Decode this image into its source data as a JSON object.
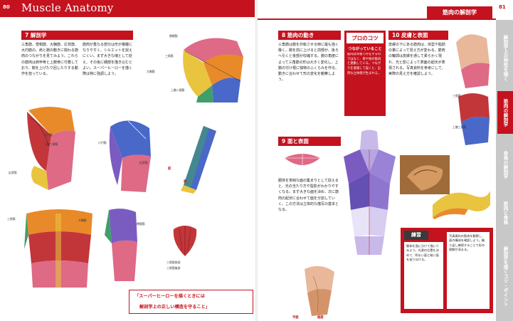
{
  "header": {
    "left_page_number": "80",
    "series_title": "Muscle Anatomy",
    "right_page_number": "81",
    "chapter_tag": "筋肉の解剖学"
  },
  "side_tabs": [
    {
      "label": "解剖学上の特性を描く"
    },
    {
      "label": "筋肉の解剖学"
    },
    {
      "label": "骨格の解剖学"
    },
    {
      "label": "筋肉と骨格"
    },
    {
      "label": "解剖学を描くコツ・ポイント"
    }
  ],
  "section7": {
    "heading": "7 解剖学",
    "col1": "三角筋、僧帽筋、大胸筋、広背筋、大円筋の、肩と腕の動きに関わる筋肉のつながりを見てみよう。これらの筋肉は肩甲骨と上腕骨に付着しており、腕を上げたり回したりする動作を担っている。",
    "col2": "筋肉が重なる部分は形が複雑になりやすく、シルエットを捉えにくい。まず大きな塊として捉え、その後に細部を描き込むとよい。スーパーヒーローを描く際は特に強調しよう。"
  },
  "section8": {
    "heading": "8 筋肉の動き",
    "body": "三角筋は腕を外転させる時に最も強く働く。腕を前に上げると前部が、後ろへ引くと後部が収縮する。腕の角度によって三角筋の形は大きく変化し、上腕の付け根に独特のふくらみを作る。動きに合わせて形の変化を観察しよう。"
  },
  "pro_tip": {
    "title": "プロのコツ",
    "subtitle": "つながっていること",
    "body": "筋肉は単独で存在するのではなく、骨や他の筋肉と連動している。つながりを意識して描くと、自然な立体感が生まれる。"
  },
  "section10": {
    "heading": "10 皮膚と表面",
    "body": "皮膚の下にある筋肉は、体型や脂肪の量によって見え方が変わる。筋肉の輪郭は皮膚を通して柔らかく現れ、光と影によって表面の起伏が表現される。写真資料を参考にして、実際の見え方を確認しよう。"
  },
  "section9": {
    "heading": "9 面と表面",
    "body": "胴体を単純な面の集まりとして捉えると、光の当たり方や陰影がわかりやすくなる。まず大きな面を決め、次に筋肉の起伏に合わせて面を分割していく。この方法は立体的な描写の基本となる。"
  },
  "exercise": {
    "title": "練習",
    "card1": "胴体を面に分けて描いてみよう。光源の位置を決めて、明るい面と暗い面を塗り分ける。",
    "card2": "写真資料の筋肉を観察し、面の構成を確認しよう。繰り返し練習することで形の理解が深まる。"
  },
  "quote": {
    "line1": "「スーパーヒーローを描くときには",
    "line2": "解剖学上の正しい構造を守ること」"
  },
  "labels": {
    "deltoid": "三角筋",
    "trapezius": "僧帽筋",
    "pectoralis": "大胸筋",
    "latissimus": "広背筋",
    "teres_major": "大円筋",
    "teres_minor": "小円筋",
    "biceps": "上腕二頭筋",
    "triceps": "上腕三頭筋",
    "front": "前",
    "back": "後",
    "deltoid_front": "三角筋前部",
    "deltoid_back": "三角筋後部",
    "plane": "平面",
    "curve": "曲面"
  },
  "colors": {
    "accent": "#c4121e",
    "tab_gray": "#c8c8c8",
    "muscle_red": "#c2363a",
    "muscle_pink": "#de6a86",
    "muscle_orange": "#e98a2a",
    "muscle_yellow": "#e9c43f",
    "muscle_blue": "#4a68c8",
    "muscle_green": "#3f9e6a",
    "muscle_purple": "#7a5cc0"
  }
}
